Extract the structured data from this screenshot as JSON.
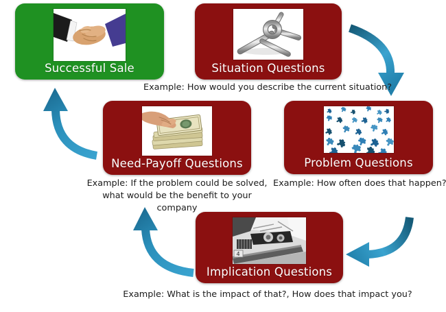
{
  "nodes": {
    "successful_sale": {
      "label": "Successful Sale",
      "icon": "handshake-image"
    },
    "situation": {
      "label": "Situation Questions",
      "icon": "tangled-pins-image",
      "example": "Example: How would you describe the current situation?"
    },
    "problem": {
      "label": "Problem Questions",
      "icon": "puzzle-pieces-image",
      "example": "Example: How often does that happen?"
    },
    "need_payoff": {
      "label": "Need-Payoff Questions",
      "icon": "cash-in-hand-image",
      "example_line1": "Example: If the problem could be solved,",
      "example_line2": "what would be the benefit to your company"
    },
    "implication": {
      "label": "Implication Questions",
      "icon": "car-crash-image",
      "plate_text": "4",
      "example": "Example: What is the impact of that?, How does that impact you?"
    }
  },
  "arrows": [
    {
      "from": "situation",
      "to": "problem"
    },
    {
      "from": "problem",
      "to": "implication"
    },
    {
      "from": "implication",
      "to": "need_payoff"
    },
    {
      "from": "need_payoff",
      "to": "successful_sale"
    }
  ],
  "colors": {
    "box_red": "#8b1010",
    "box_green": "#1f9122",
    "label_text": "#ffffff",
    "example_text": "#1b1b1b",
    "arrow_dark": "#155a77",
    "arrow_mid": "#2f9cc7",
    "arrow_head": "#2180ab"
  }
}
